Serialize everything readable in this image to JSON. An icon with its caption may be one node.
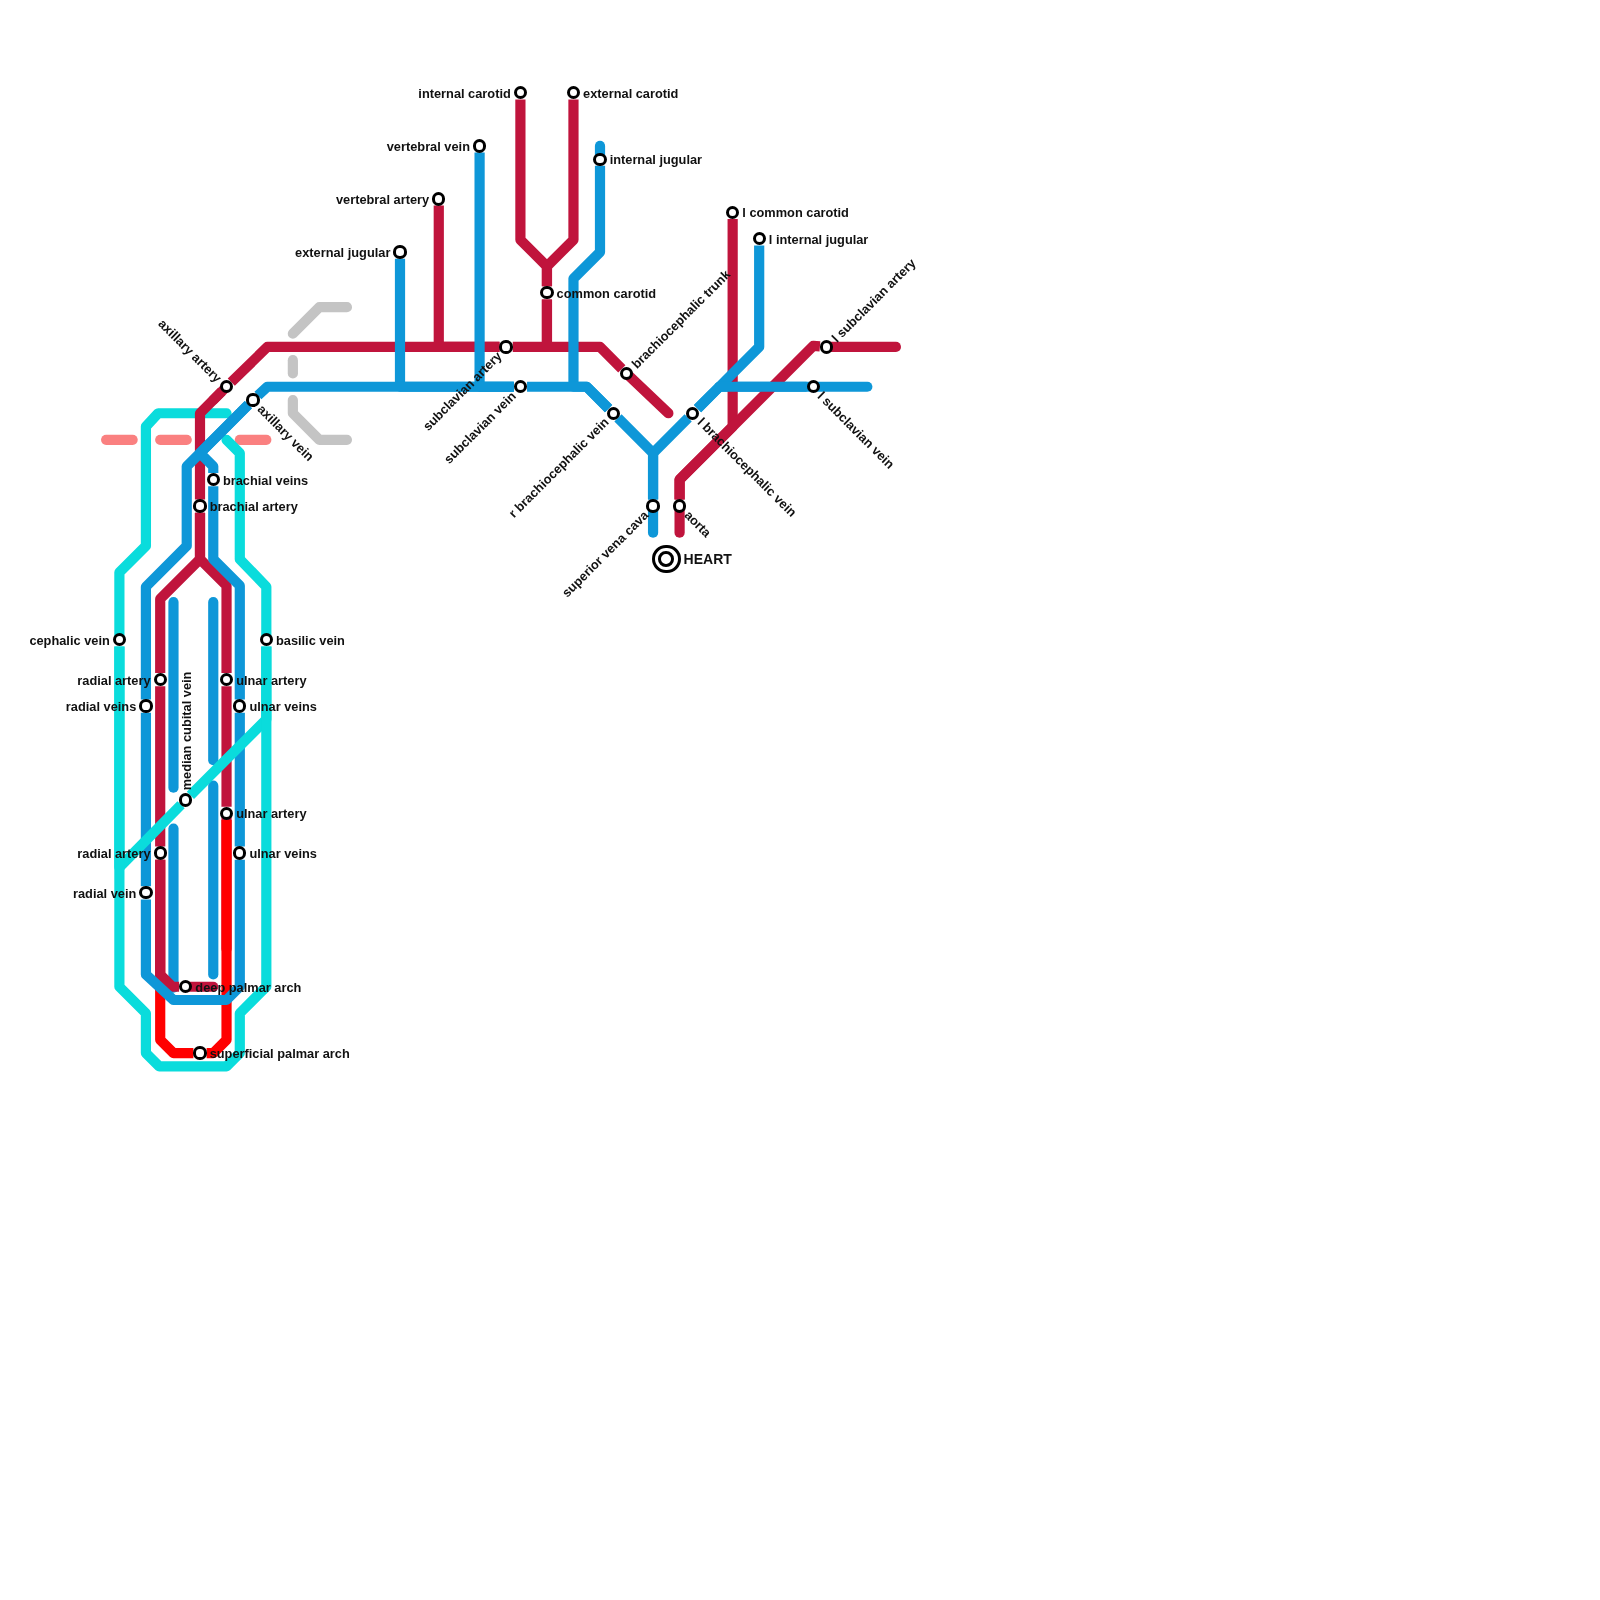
{
  "diagram": {
    "nodes": [
      {
        "text": [],
        "shape": "circle",
        "beside": [
          "internal carotid"
        ]
      },
      {
        "text": [],
        "shape": "circle",
        "beside": [
          "external carotid"
        ]
      },
      {
        "text": [],
        "shape": "circle",
        "beside": [
          "vertebral vein"
        ]
      },
      {
        "text": [],
        "shape": "circle",
        "beside": [
          "internal jugular"
        ]
      },
      {
        "text": [],
        "shape": "circle",
        "beside": [
          "vertebral artery"
        ]
      },
      {
        "text": [],
        "shape": "circle",
        "beside": [
          "l common carotid"
        ]
      },
      {
        "text": [],
        "shape": "circle",
        "beside": [
          "l internal jugular"
        ]
      },
      {
        "text": [],
        "shape": "circle",
        "beside": [
          "external jugular"
        ]
      },
      {
        "text": [],
        "shape": "circle",
        "beside": [
          "common carotid"
        ]
      },
      {
        "text": [],
        "shape": "circle",
        "beside": [
          "axillary artery"
        ]
      },
      {
        "text": [],
        "shape": "circle",
        "beside": [
          "subclavian artery"
        ]
      },
      {
        "text": [],
        "shape": "circle",
        "beside": [
          "brachiocephalic trunk"
        ]
      },
      {
        "text": [],
        "shape": "circle",
        "beside": [
          "l subclavian artery"
        ]
      },
      {
        "text": [],
        "shape": "circle",
        "beside": [
          "axillary vein"
        ]
      },
      {
        "text": [],
        "shape": "circle",
        "beside": [
          "subclavian vein"
        ]
      },
      {
        "text": [],
        "shape": "circle",
        "beside": [
          "r brachiocephalic vein"
        ]
      },
      {
        "text": [],
        "shape": "circle",
        "beside": [
          "l brachiocephalic vein"
        ]
      },
      {
        "text": [],
        "shape": "circle",
        "beside": [
          "l subclavian vein"
        ]
      },
      {
        "text": [],
        "shape": "circle",
        "beside": [
          "brachial veins"
        ]
      },
      {
        "text": [],
        "shape": "circle",
        "beside": [
          "brachial artery"
        ]
      },
      {
        "text": [],
        "shape": "circle",
        "beside": [
          "superior vena cava"
        ]
      },
      {
        "text": [],
        "shape": "circle",
        "beside": [
          "aorta"
        ]
      },
      {
        "text": [],
        "shape": "circle",
        "beside": [
          "HEART"
        ]
      },
      {
        "text": [],
        "shape": "circle",
        "beside": [
          "cephalic vein"
        ]
      },
      {
        "text": [],
        "shape": "circle",
        "beside": [
          "basilic vein"
        ]
      },
      {
        "text": [],
        "shape": "circle",
        "beside": [
          "radial artery"
        ]
      },
      {
        "text": [],
        "shape": "circle",
        "beside": [
          "ulnar artery"
        ]
      },
      {
        "text": [],
        "shape": "circle",
        "beside": [
          "radial veins"
        ]
      },
      {
        "text": [],
        "shape": "circle",
        "beside": [
          "ulnar veins"
        ]
      },
      {
        "text": [],
        "shape": "circle",
        "beside": [
          "median cubital vein"
        ]
      },
      {
        "text": [],
        "shape": "circle",
        "beside": [
          "ulnar artery"
        ]
      },
      {
        "text": [],
        "shape": "circle",
        "beside": [
          "radial artery"
        ]
      },
      {
        "text": [],
        "shape": "circle",
        "beside": [
          "ulnar veins"
        ]
      },
      {
        "text": [],
        "shape": "circle",
        "beside": [
          "radial vein"
        ]
      },
      {
        "text": [],
        "shape": "circle",
        "beside": [
          "deep palmar arch"
        ]
      },
      {
        "text": [],
        "shape": "circle",
        "beside": [
          "superficial palmar arch"
        ]
      }
    ],
    "edges": [
      {
        "from": 31,
        "to": 35,
        "arrow": "none",
        "color": "#ff0000"
      },
      {
        "from": 30,
        "to": 35,
        "arrow": "none",
        "color": "#ff0000"
      },
      {
        "from": 0,
        "to": 8,
        "arrow": "none",
        "color": "#c0143c"
      },
      {
        "from": 1,
        "to": 8,
        "arrow": "none",
        "color": "#c0143c"
      },
      {
        "from": 8,
        "to": 10,
        "arrow": "none",
        "color": "#c0143c"
      },
      {
        "from": 8,
        "to": 11,
        "arrow": "none",
        "color": "#c0143c"
      },
      {
        "from": 4,
        "to": 10,
        "arrow": "none",
        "color": "#c0143c"
      },
      {
        "from": 10,
        "to": 9,
        "arrow": "none",
        "color": "#c0143c"
      },
      {
        "from": 9,
        "to": 19,
        "arrow": "none",
        "color": "#c0143c"
      },
      {
        "from": 19,
        "to": 25,
        "arrow": "none",
        "color": "#c0143c"
      },
      {
        "from": 19,
        "to": 26,
        "arrow": "none",
        "color": "#c0143c"
      },
      {
        "from": 25,
        "to": 31,
        "arrow": "none",
        "color": "#c0143c"
      },
      {
        "from": 26,
        "to": 30,
        "arrow": "none",
        "color": "#c0143c"
      },
      {
        "from": 31,
        "to": 34,
        "arrow": "none",
        "color": "#c0143c"
      },
      {
        "from": 21,
        "to": 5,
        "arrow": "none",
        "color": "#c0143c"
      },
      {
        "from": 21,
        "to": 12,
        "arrow": "none",
        "color": "#c0143c"
      },
      {
        "from": 2,
        "to": 14,
        "arrow": "none",
        "color": "#0e97d8"
      },
      {
        "from": 7,
        "to": 14,
        "arrow": "none",
        "color": "#0e97d8"
      },
      {
        "from": 14,
        "to": 13,
        "arrow": "none",
        "color": "#0e97d8"
      },
      {
        "from": 3,
        "to": 15,
        "arrow": "none",
        "color": "#0e97d8"
      },
      {
        "from": 14,
        "to": 15,
        "arrow": "none",
        "color": "#0e97d8"
      },
      {
        "from": 15,
        "to": 20,
        "arrow": "none",
        "color": "#0e97d8"
      },
      {
        "from": 16,
        "to": 20,
        "arrow": "none",
        "color": "#0e97d8"
      },
      {
        "from": 6,
        "to": 16,
        "arrow": "none",
        "color": "#0e97d8"
      },
      {
        "from": 17,
        "to": 16,
        "arrow": "none",
        "color": "#0e97d8"
      },
      {
        "from": 13,
        "to": 18,
        "arrow": "none",
        "color": "#0e97d8"
      },
      {
        "from": 13,
        "to": 27,
        "arrow": "none",
        "color": "#0e97d8"
      },
      {
        "from": 18,
        "to": 28,
        "arrow": "none",
        "color": "#0e97d8"
      },
      {
        "from": 27,
        "to": 33,
        "arrow": "none",
        "color": "#0e97d8"
      },
      {
        "from": 28,
        "to": 32,
        "arrow": "none",
        "color": "#0e97d8"
      },
      {
        "from": 23,
        "to": 29,
        "arrow": "none",
        "color": "#0adcdc"
      },
      {
        "from": 29,
        "to": 24,
        "arrow": "none",
        "color": "#0adcdc"
      },
      {
        "from": 23,
        "to": 24,
        "arrow": "none",
        "color": "#0adcdc"
      },
      {
        "from": 33,
        "to": 32,
        "arrow": "none",
        "color": "#0e97d8"
      }
    ]
  }
}
